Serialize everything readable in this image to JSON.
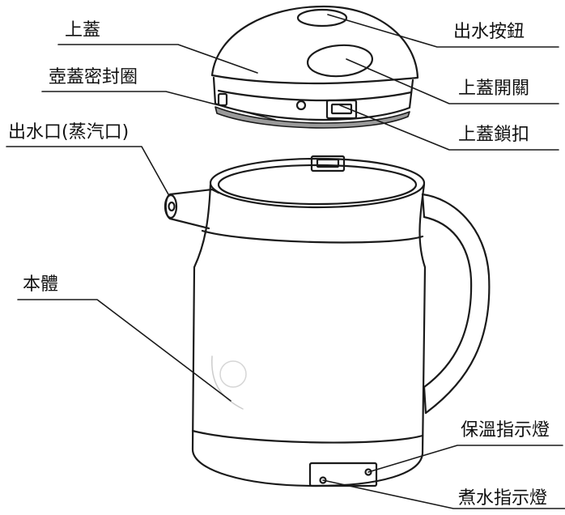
{
  "labels": {
    "lid": "上蓋",
    "lid_gasket": "壺蓋密封圈",
    "spout": "出水口(蒸汽口)",
    "body": "本體",
    "pour_button": "出水按鈕",
    "lid_switch": "上蓋開關",
    "lid_lock": "上蓋鎖扣",
    "keep_warm_light": "保溫指示燈",
    "boil_light": "煮水指示燈"
  },
  "colors": {
    "line": "#1a1a1a",
    "gasket": "#9a9a9a",
    "background": "#ffffff"
  }
}
